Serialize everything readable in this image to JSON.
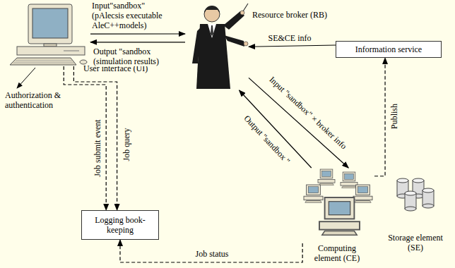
{
  "diagram": {
    "nodes": [
      {
        "text": [
          "User interface (UI)"
        ]
      },
      {
        "text": [
          "Resource broker (RB)"
        ]
      },
      {
        "text": [
          "Information service"
        ]
      },
      {
        "text": [
          "Logging book-keeping"
        ]
      },
      {
        "text": [
          "Computing element (CE)"
        ]
      },
      {
        "text": [
          "Storage element (SE)"
        ]
      }
    ],
    "edges": [
      {
        "from": 0,
        "to": 1,
        "arrow": "to",
        "label": "Input\"sandbox\" (pAlecsis executable AleC++models)"
      },
      {
        "from": 1,
        "to": 0,
        "arrow": "to",
        "label": "Output \"sandbox (simulation results)"
      },
      {
        "from": 2,
        "to": 1,
        "arrow": "to",
        "label": "SE&CE info"
      },
      {
        "from": 1,
        "to": 4,
        "arrow": "to",
        "label": "Input \"sandbox\" × broker info"
      },
      {
        "from": 4,
        "to": 1,
        "arrow": "to",
        "label": "Output \"sandbox \""
      },
      {
        "from": 4,
        "to": 2,
        "arrow": "to",
        "label": "Publish"
      },
      {
        "from": 0,
        "to": 3,
        "arrow": "to",
        "label": "Job submit event"
      },
      {
        "from": 0,
        "to": 3,
        "arrow": "to",
        "label": "Job query"
      },
      {
        "from": 4,
        "to": 3,
        "arrow": "to",
        "label": "Job status"
      }
    ],
    "labels": [
      "Authorization & authentication"
    ]
  }
}
